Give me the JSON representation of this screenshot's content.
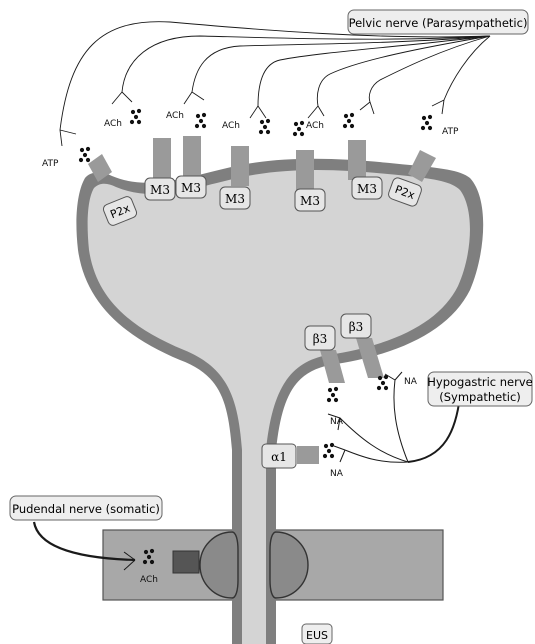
{
  "nerves": {
    "pelvic": "Pelvic nerve (Parasympathetic)",
    "hypogastric_line1": "Hypogastric nerve",
    "hypogastric_line2": "(Sympathetic)",
    "pudendal": "Pudendal nerve (somatic)"
  },
  "receptors": {
    "p2x_left": "P2x",
    "m3_1": "M3",
    "m3_2": "M3",
    "m3_3": "M3",
    "m3_4": "M3",
    "m3_5": "M3",
    "p2x_right": "P2x",
    "beta3_left": "β3",
    "beta3_right": "β3",
    "alpha1": "α1"
  },
  "transmitters": {
    "atp_left": "ATP",
    "ach_1": "ACh",
    "ach_2": "ACh",
    "ach_3": "ACh",
    "ach_4": "ACh",
    "atp_right": "ATP",
    "na_1": "NA",
    "na_2": "NA",
    "na_3": "NA",
    "ach_pudendal": "ACh"
  },
  "sphincter_label": "EUS",
  "colors": {
    "bladder_wall": "#7f7f7f",
    "bladder_lumen": "#d4d4d4",
    "receptor_bar": "#9a9a9a",
    "receptor_box": "#e6e6e6",
    "label_box": "#eeeeee",
    "nerve_line": "#1a1a1a"
  }
}
